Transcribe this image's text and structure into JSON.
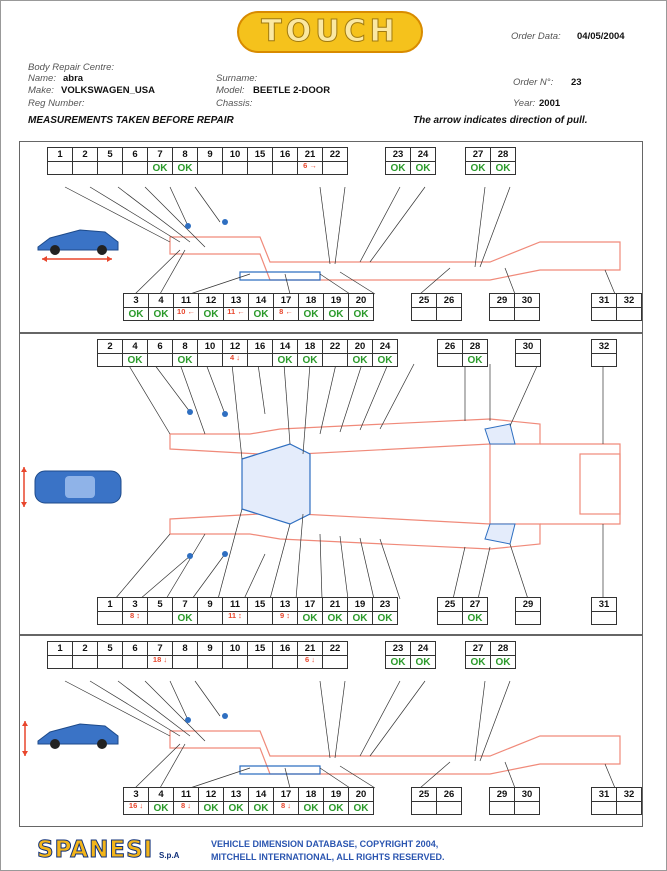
{
  "header": {
    "logo_text": "TOUCH",
    "order_date_label": "Order Data:",
    "order_date": "04/05/2004",
    "centre_label": "Body Repair Centre:",
    "name_label": "Name:",
    "name_value": "abra",
    "surname_label": "Surname:",
    "order_no_label": "Order N°:",
    "order_no": "23",
    "make_label": "Make:",
    "make_value": "VOLKSWAGEN_USA",
    "model_label": "Model:",
    "model_value": "BEETLE 2-DOOR",
    "reg_label": "Reg Number:",
    "chassis_label": "Chassis:",
    "year_label": "Year:",
    "year_value": "2001",
    "section_title": "MEASUREMENTS TAKEN BEFORE REPAIR",
    "arrow_note": "The arrow indicates direction of pull."
  },
  "panels": [
    {
      "top_groups": [
        {
          "cells": [
            {
              "n": "1",
              "v": ""
            },
            {
              "n": "2",
              "v": ""
            },
            {
              "n": "5",
              "v": ""
            },
            {
              "n": "6",
              "v": ""
            },
            {
              "n": "7",
              "v": "OK"
            },
            {
              "n": "8",
              "v": "OK"
            },
            {
              "n": "9",
              "v": ""
            },
            {
              "n": "10",
              "v": ""
            },
            {
              "n": "15",
              "v": ""
            },
            {
              "n": "16",
              "v": ""
            },
            {
              "n": "21",
              "v": "6 →"
            },
            {
              "n": "22",
              "v": ""
            }
          ]
        },
        {
          "cells": [
            {
              "n": "23",
              "v": "OK"
            },
            {
              "n": "24",
              "v": "OK"
            }
          ]
        },
        {
          "cells": [
            {
              "n": "27",
              "v": "OK"
            },
            {
              "n": "28",
              "v": "OK"
            }
          ]
        }
      ],
      "bottom_groups": [
        {
          "cells": [
            {
              "n": "3",
              "v": "OK"
            },
            {
              "n": "4",
              "v": "OK"
            },
            {
              "n": "11",
              "v": "10 ←"
            },
            {
              "n": "12",
              "v": "OK"
            },
            {
              "n": "13",
              "v": "11 ←"
            },
            {
              "n": "14",
              "v": "OK"
            },
            {
              "n": "17",
              "v": "8 ←"
            },
            {
              "n": "18",
              "v": "OK"
            },
            {
              "n": "19",
              "v": "OK"
            },
            {
              "n": "20",
              "v": "OK"
            }
          ]
        },
        {
          "cells": [
            {
              "n": "25",
              "v": ""
            },
            {
              "n": "26",
              "v": ""
            }
          ]
        },
        {
          "cells": [
            {
              "n": "29",
              "v": ""
            },
            {
              "n": "30",
              "v": ""
            }
          ]
        },
        {
          "cells": [
            {
              "n": "31",
              "v": ""
            },
            {
              "n": "32",
              "v": ""
            }
          ]
        }
      ]
    },
    {
      "top_groups": [
        {
          "cells": [
            {
              "n": "2",
              "v": ""
            },
            {
              "n": "4",
              "v": "OK"
            },
            {
              "n": "6",
              "v": ""
            },
            {
              "n": "8",
              "v": "OK"
            },
            {
              "n": "10",
              "v": ""
            },
            {
              "n": "12",
              "v": "4 ↓"
            },
            {
              "n": "16",
              "v": ""
            },
            {
              "n": "14",
              "v": "OK"
            },
            {
              "n": "18",
              "v": "OK"
            },
            {
              "n": "22",
              "v": ""
            },
            {
              "n": "20",
              "v": "OK"
            },
            {
              "n": "24",
              "v": "OK"
            }
          ]
        },
        {
          "cells": [
            {
              "n": "26",
              "v": ""
            },
            {
              "n": "28",
              "v": "OK"
            }
          ]
        },
        {
          "cells": [
            {
              "n": "30",
              "v": ""
            }
          ]
        },
        {
          "cells": [
            {
              "n": "32",
              "v": ""
            }
          ]
        }
      ],
      "bottom_groups": [
        {
          "cells": [
            {
              "n": "1",
              "v": ""
            },
            {
              "n": "3",
              "v": "8 ↕"
            },
            {
              "n": "5",
              "v": ""
            },
            {
              "n": "7",
              "v": "OK"
            },
            {
              "n": "9",
              "v": ""
            },
            {
              "n": "11",
              "v": "11 ↕"
            },
            {
              "n": "15",
              "v": ""
            },
            {
              "n": "13",
              "v": "9 ↕"
            },
            {
              "n": "17",
              "v": "OK"
            },
            {
              "n": "21",
              "v": "OK"
            },
            {
              "n": "19",
              "v": "OK"
            },
            {
              "n": "23",
              "v": "OK"
            }
          ]
        },
        {
          "cells": [
            {
              "n": "25",
              "v": ""
            },
            {
              "n": "27",
              "v": "OK"
            }
          ]
        },
        {
          "cells": [
            {
              "n": "29",
              "v": ""
            }
          ]
        },
        {
          "cells": [
            {
              "n": "31",
              "v": ""
            }
          ]
        }
      ]
    },
    {
      "top_groups": [
        {
          "cells": [
            {
              "n": "1",
              "v": ""
            },
            {
              "n": "2",
              "v": ""
            },
            {
              "n": "5",
              "v": ""
            },
            {
              "n": "6",
              "v": ""
            },
            {
              "n": "7",
              "v": "18 ↓"
            },
            {
              "n": "8",
              "v": ""
            },
            {
              "n": "9",
              "v": ""
            },
            {
              "n": "10",
              "v": ""
            },
            {
              "n": "15",
              "v": ""
            },
            {
              "n": "16",
              "v": ""
            },
            {
              "n": "21",
              "v": "6 ↓"
            },
            {
              "n": "22",
              "v": ""
            }
          ]
        },
        {
          "cells": [
            {
              "n": "23",
              "v": "OK"
            },
            {
              "n": "24",
              "v": "OK"
            }
          ]
        },
        {
          "cells": [
            {
              "n": "27",
              "v": "OK"
            },
            {
              "n": "28",
              "v": "OK"
            }
          ]
        }
      ],
      "bottom_groups": [
        {
          "cells": [
            {
              "n": "3",
              "v": "16 ↓"
            },
            {
              "n": "4",
              "v": "OK"
            },
            {
              "n": "11",
              "v": "8 ↓"
            },
            {
              "n": "12",
              "v": "OK"
            },
            {
              "n": "13",
              "v": "OK"
            },
            {
              "n": "14",
              "v": "OK"
            },
            {
              "n": "17",
              "v": "8 ↓"
            },
            {
              "n": "18",
              "v": "OK"
            },
            {
              "n": "19",
              "v": "OK"
            },
            {
              "n": "20",
              "v": "OK"
            }
          ]
        },
        {
          "cells": [
            {
              "n": "25",
              "v": ""
            },
            {
              "n": "26",
              "v": ""
            }
          ]
        },
        {
          "cells": [
            {
              "n": "29",
              "v": ""
            },
            {
              "n": "30",
              "v": ""
            }
          ]
        },
        {
          "cells": [
            {
              "n": "31",
              "v": ""
            },
            {
              "n": "32",
              "v": ""
            }
          ]
        }
      ]
    }
  ],
  "footer": {
    "brand": "SPANESI",
    "brand_suffix": "S.p.A",
    "line1": "VEHICLE DIMENSION DATABASE, COPYRIGHT 2004,",
    "line2": "MITCHELL INTERNATIONAL, ALL RIGHTS RESERVED."
  },
  "colors": {
    "ok": "#2a9a2a",
    "pull": "#e8462c",
    "frame": "#f08a7a",
    "car": "#2f6fc1"
  }
}
